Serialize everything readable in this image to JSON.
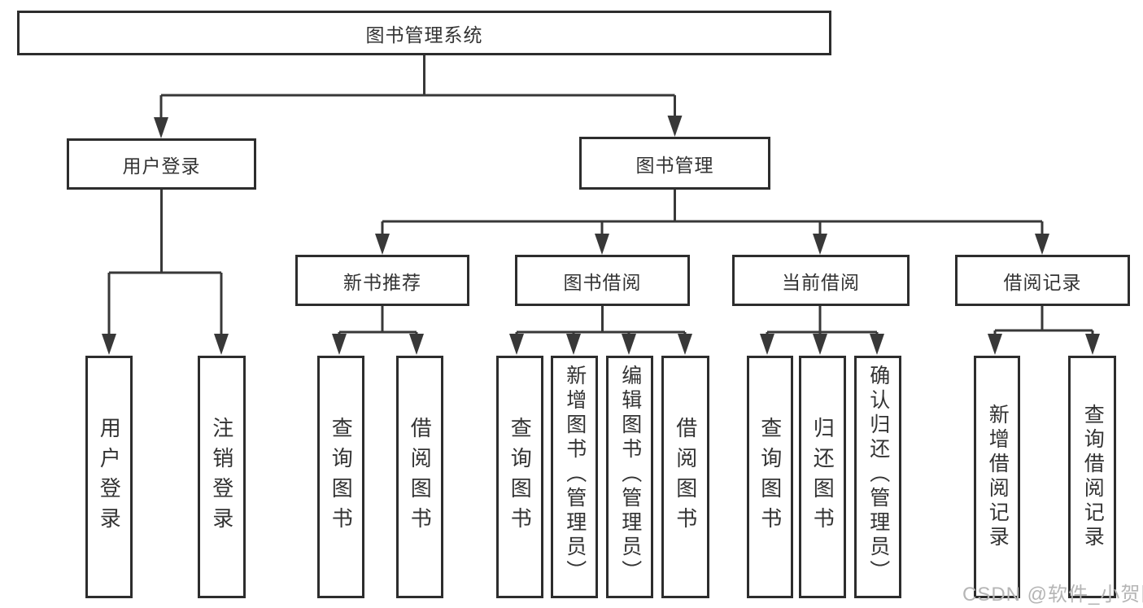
{
  "diagram": {
    "root": {
      "label": "图书管理系统"
    },
    "branches": [
      {
        "label": "用户登录",
        "leaves": [
          {
            "label": "用户登录"
          },
          {
            "label": "注销登录"
          }
        ]
      },
      {
        "label": "图书管理",
        "sections": [
          {
            "label": "新书推荐",
            "leaves": [
              {
                "label": "查询图书"
              },
              {
                "label": "借阅图书"
              }
            ]
          },
          {
            "label": "图书借阅",
            "leaves": [
              {
                "label": "查询图书"
              },
              {
                "label": "新增图书（管理员）"
              },
              {
                "label": "编辑图书（管理员）"
              },
              {
                "label": "借阅图书"
              }
            ]
          },
          {
            "label": "当前借阅",
            "leaves": [
              {
                "label": "查询图书"
              },
              {
                "label": "归还图书"
              },
              {
                "label": "确认归还（管理员）"
              }
            ]
          },
          {
            "label": "借阅记录",
            "leaves": [
              {
                "label": "新增借阅记录"
              },
              {
                "label": "查询借阅记录"
              }
            ]
          }
        ]
      }
    ]
  },
  "watermark": {
    "text": "CSDN @软件_小贺同学"
  }
}
